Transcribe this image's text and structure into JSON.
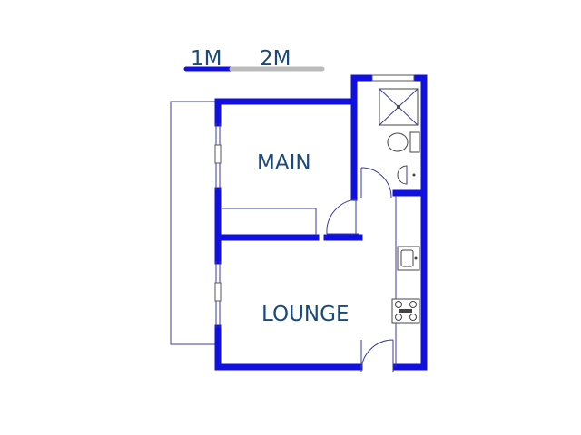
{
  "scale_bar": {
    "label_1": "1M",
    "label_2": "2M"
  },
  "rooms": {
    "main": "MAIN",
    "lounge": "LOUNGE"
  },
  "colors": {
    "wall": "#1010e0",
    "label": "#1a4a7a",
    "scale_dark": "#1010e0",
    "scale_light": "#bbbbbb"
  }
}
